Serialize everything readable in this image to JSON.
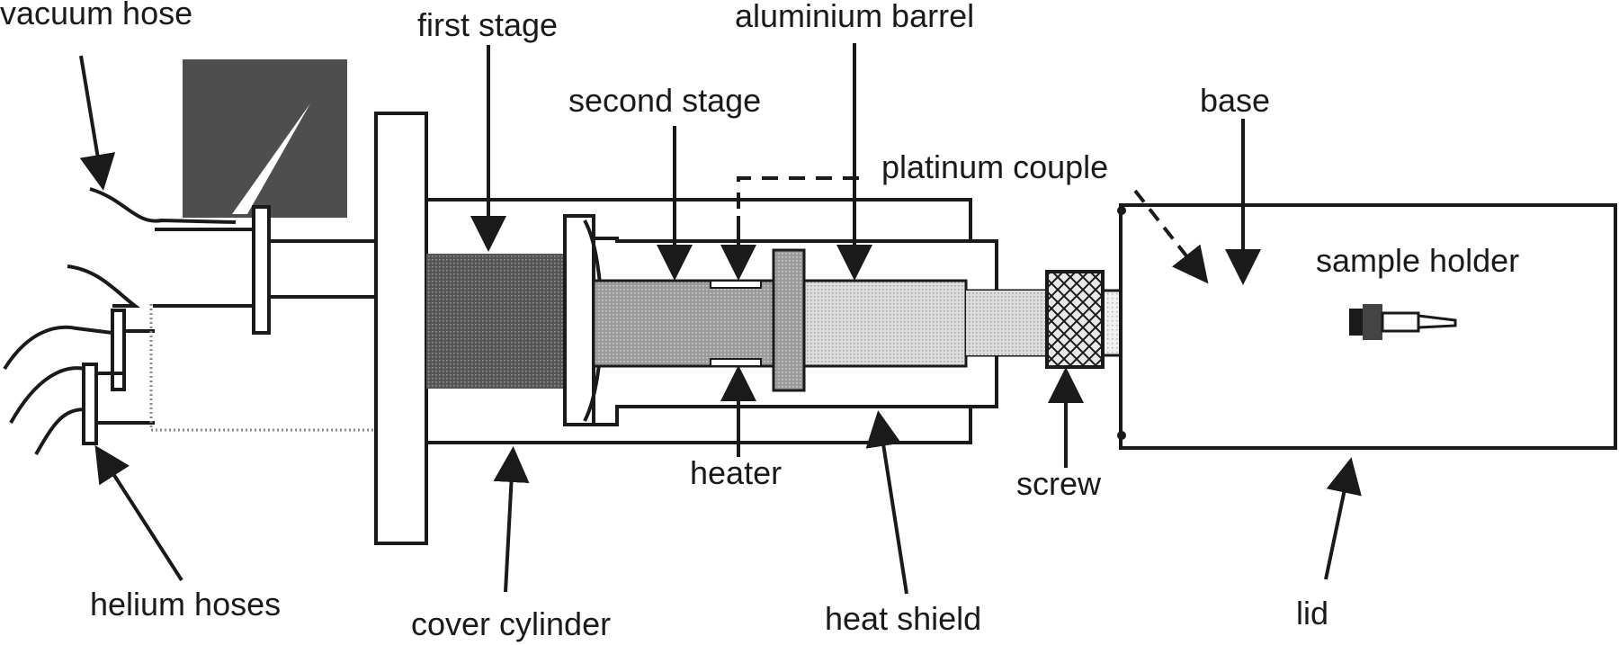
{
  "labels": {
    "vacuum_hose": "vacuum hose",
    "first_stage": "first stage",
    "aluminium_barrel": "aluminium barrel",
    "second_stage": "second stage",
    "base": "base",
    "platinum_couple": "platinum couple",
    "sample_holder": "sample holder",
    "heater": "heater",
    "screw": "screw",
    "helium_hoses": "helium hoses",
    "cover_cylinder": "cover cylinder",
    "heat_shield": "heat shield",
    "lid": "lid"
  },
  "colors": {
    "ink": "#1a1a1a",
    "dark_fill": "#4a4a4a",
    "mid_fill": "#8c8c8c",
    "light_fill": "#c8c8c8",
    "pale_fill": "#e3e3e3"
  }
}
